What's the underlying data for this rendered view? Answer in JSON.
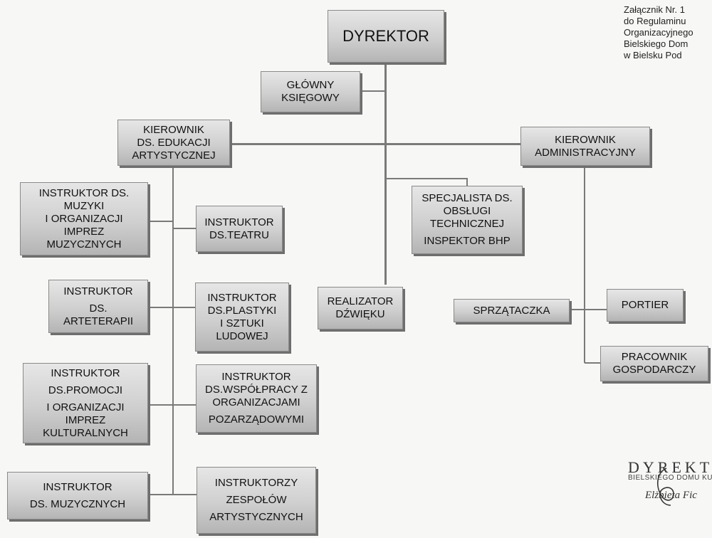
{
  "annex": {
    "lines": [
      "Załącznik Nr. 1",
      "do Regulaminu",
      "Organizacyjnego",
      "Bielskiego Dom",
      "w Bielsku Pod"
    ]
  },
  "boxes": {
    "dyrektor": [
      "DYREKTOR"
    ],
    "glowny_ksiegowy": [
      "GŁÓWNY",
      "KSIĘGOWY"
    ],
    "kier_edukacji": [
      "KIEROWNIK",
      "DS. EDUKACJI",
      "ARTYSTYCZNEJ"
    ],
    "kier_admin": [
      "KIEROWNIK",
      "ADMINISTRACYJNY"
    ],
    "specjalista": [
      "SPECJALISTA DS.",
      "OBSŁUGI",
      "TECHNICZNEJ",
      "INSPEKTOR BHP"
    ],
    "realizator": [
      "REALIZATOR",
      "DŹWIĘKU"
    ],
    "sprzataczka": [
      "SPRZĄTACZKA"
    ],
    "portier": [
      "PORTIER"
    ],
    "pracownik": [
      "PRACOWNIK",
      "GOSPODARCZY"
    ],
    "instr_muzyki": [
      "INSTRUKTOR DS.",
      "MUZYKI",
      "I ORGANIZACJI",
      "IMPREZ",
      "MUZYCZNYCH"
    ],
    "instr_teatru": [
      "INSTRUKTOR",
      "DS.TEATRU"
    ],
    "instr_arteterapii": [
      "INSTRUKTOR",
      "DS.",
      "ARTETERAPII"
    ],
    "instr_plastyki": [
      "INSTRUKTOR",
      "DS.PLASTYKI",
      "I SZTUKI",
      "LUDOWEJ"
    ],
    "instr_promocji": [
      "INSTRUKTOR",
      "DS.PROMOCJI",
      "I ORGANIZACJI",
      "IMPREZ",
      "KULTURALNYCH"
    ],
    "instr_wspolpracy": [
      "INSTRUKTOR",
      "DS.WSPÓŁPRACY Z",
      "ORGANIZACJAMI",
      "POZARZĄDOWYMI"
    ],
    "instr_muzycznych": [
      "INSTRUKTOR",
      "DS. MUZYCZNYCH"
    ],
    "instruktorzy_zespolow": [
      "INSTRUKTORZY",
      "ZESPOŁÓW",
      "ARTYSTYCZNYCH"
    ]
  },
  "stamp": {
    "title": "DYREKTOR",
    "subtitle": "BIELSKIEGO DOMU KULTURY",
    "name": "Elżbieta Fic"
  }
}
